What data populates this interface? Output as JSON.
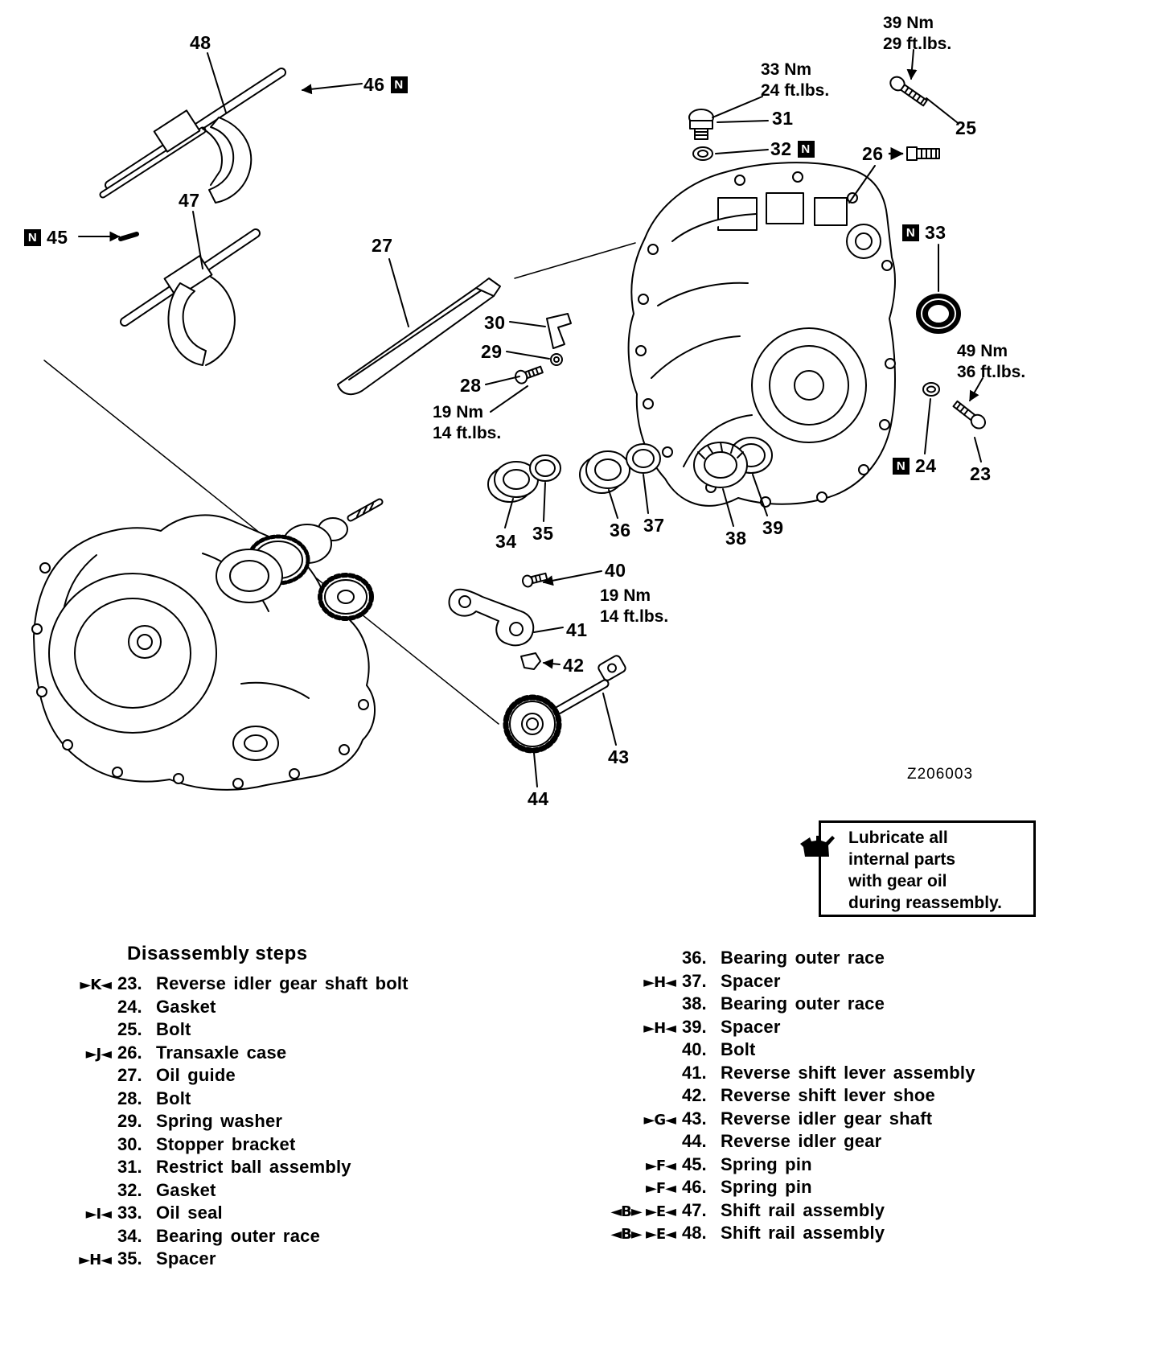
{
  "icons": {
    "n": "N"
  },
  "ref_code": "Z206003",
  "note": {
    "l1": "Lubricate all",
    "l2": "internal parts",
    "l3": "with gear oil",
    "l4": "during reassembly."
  },
  "callouts": {
    "c23": "23",
    "c24": "24",
    "c25": "25",
    "c26": "26",
    "c27": "27",
    "c28": "28",
    "c29": "29",
    "c30": "30",
    "c31": "31",
    "c32": "32",
    "c33": "33",
    "c34": "34",
    "c35": "35",
    "c36": "36",
    "c37": "37",
    "c38": "38",
    "c39": "39",
    "c40": "40",
    "c41": "41",
    "c42": "42",
    "c43": "43",
    "c44": "44",
    "c45": "45",
    "c46": "46",
    "c47": "47",
    "c48": "48"
  },
  "torques": {
    "t39": {
      "l1": "39 Nm",
      "l2": "29 ft.lbs."
    },
    "t33": {
      "l1": "33 Nm",
      "l2": "24 ft.lbs."
    },
    "t19a": {
      "l1": "19 Nm",
      "l2": "14 ft.lbs."
    },
    "t49": {
      "l1": "49 Nm",
      "l2": "36 ft.lbs."
    },
    "t19b": {
      "l1": "19 Nm",
      "l2": "14 ft.lbs."
    }
  },
  "parts_list": {
    "title": "Disassembly steps",
    "left": [
      {
        "marker": "►K◄",
        "num": "23.",
        "name": "Reverse idler gear shaft bolt"
      },
      {
        "marker": "",
        "num": "24.",
        "name": "Gasket"
      },
      {
        "marker": "",
        "num": "25.",
        "name": "Bolt"
      },
      {
        "marker": "►J◄",
        "num": "26.",
        "name": "Transaxle case"
      },
      {
        "marker": "",
        "num": "27.",
        "name": "Oil guide"
      },
      {
        "marker": "",
        "num": "28.",
        "name": "Bolt"
      },
      {
        "marker": "",
        "num": "29.",
        "name": "Spring washer"
      },
      {
        "marker": "",
        "num": "30.",
        "name": "Stopper bracket"
      },
      {
        "marker": "",
        "num": "31.",
        "name": "Restrict ball assembly"
      },
      {
        "marker": "",
        "num": "32.",
        "name": "Gasket"
      },
      {
        "marker": "►I◄",
        "num": "33.",
        "name": "Oil seal"
      },
      {
        "marker": "",
        "num": "34.",
        "name": "Bearing outer race"
      },
      {
        "marker": "►H◄",
        "num": "35.",
        "name": "Spacer"
      }
    ],
    "right": [
      {
        "marker": "",
        "num": "36.",
        "name": "Bearing outer race"
      },
      {
        "marker": "►H◄",
        "num": "37.",
        "name": "Spacer"
      },
      {
        "marker": "",
        "num": "38.",
        "name": "Bearing outer race"
      },
      {
        "marker": "►H◄",
        "num": "39.",
        "name": "Spacer"
      },
      {
        "marker": "",
        "num": "40.",
        "name": "Bolt"
      },
      {
        "marker": "",
        "num": "41.",
        "name": "Reverse shift lever assembly"
      },
      {
        "marker": "",
        "num": "42.",
        "name": "Reverse shift lever shoe"
      },
      {
        "marker": "►G◄",
        "num": "43.",
        "name": "Reverse idler gear shaft"
      },
      {
        "marker": "",
        "num": "44.",
        "name": "Reverse idler gear"
      },
      {
        "marker": "►F◄",
        "num": "45.",
        "name": "Spring pin"
      },
      {
        "marker": "►F◄",
        "num": "46.",
        "name": "Spring pin"
      },
      {
        "marker": "◄B► ►E◄",
        "num": "47.",
        "name": "Shift rail assembly"
      },
      {
        "marker": "◄B► ►E◄",
        "num": "48.",
        "name": "Shift rail assembly"
      }
    ]
  }
}
